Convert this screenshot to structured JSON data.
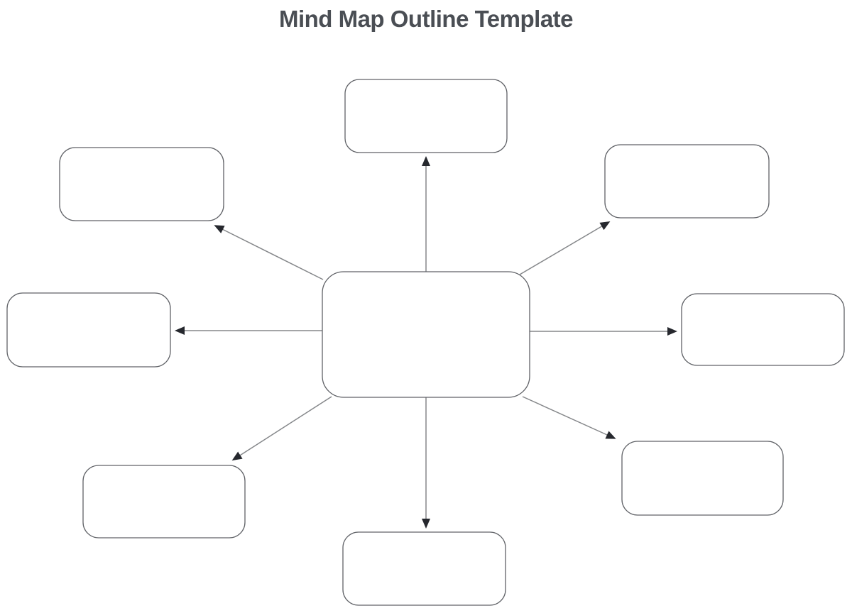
{
  "page": {
    "title": "Mind Map Outline Template",
    "background_color": "#ffffff"
  },
  "diagram": {
    "type": "mind-map-outline",
    "colors": {
      "node_fill": "#ffffff",
      "node_border": "#606267",
      "connector_line": "#85878a",
      "arrowhead": "#26282e",
      "title_text": "#4a4e54"
    },
    "center_node": {
      "label": ""
    },
    "branch_nodes": [
      {
        "position": "top",
        "label": ""
      },
      {
        "position": "top-left",
        "label": ""
      },
      {
        "position": "top-right",
        "label": ""
      },
      {
        "position": "left",
        "label": ""
      },
      {
        "position": "right",
        "label": ""
      },
      {
        "position": "bottom-left",
        "label": ""
      },
      {
        "position": "bottom",
        "label": ""
      },
      {
        "position": "bottom-right",
        "label": ""
      }
    ],
    "connector_count": 8,
    "arrow_direction": "outward-from-center"
  }
}
